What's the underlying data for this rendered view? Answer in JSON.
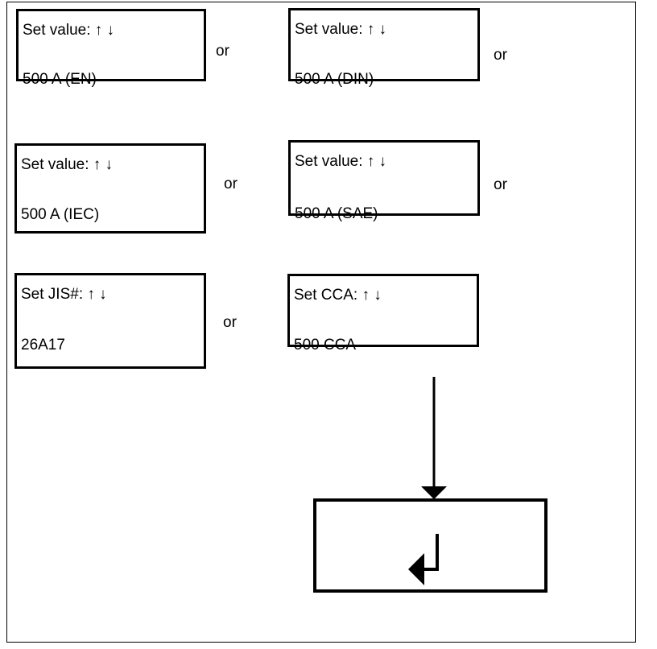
{
  "diagram": {
    "screens": [
      {
        "id": "en",
        "line1": "Set value: ↑ ↓",
        "line2": "500 A (EN)"
      },
      {
        "id": "din",
        "line1": "Set value: ↑ ↓",
        "line2": "500 A (DIN)"
      },
      {
        "id": "iec",
        "line1": "Set value: ↑ ↓",
        "line2": "500 A (IEC)"
      },
      {
        "id": "sae",
        "line1": "Set value: ↑ ↓",
        "line2": "500 A (SAE)"
      },
      {
        "id": "jis",
        "line1": "Set JIS#: ↑ ↓",
        "line2": "26A17"
      },
      {
        "id": "cca",
        "line1": "Set CCA: ↑ ↓",
        "line2": "500 CCA"
      }
    ],
    "connectors": {
      "or_label": "or"
    },
    "icons": {
      "down_arrow": "down-arrow",
      "enter_arrow": "carriage-return-arrow"
    },
    "colors": {
      "ink": "#000000",
      "background": "#ffffff"
    }
  }
}
